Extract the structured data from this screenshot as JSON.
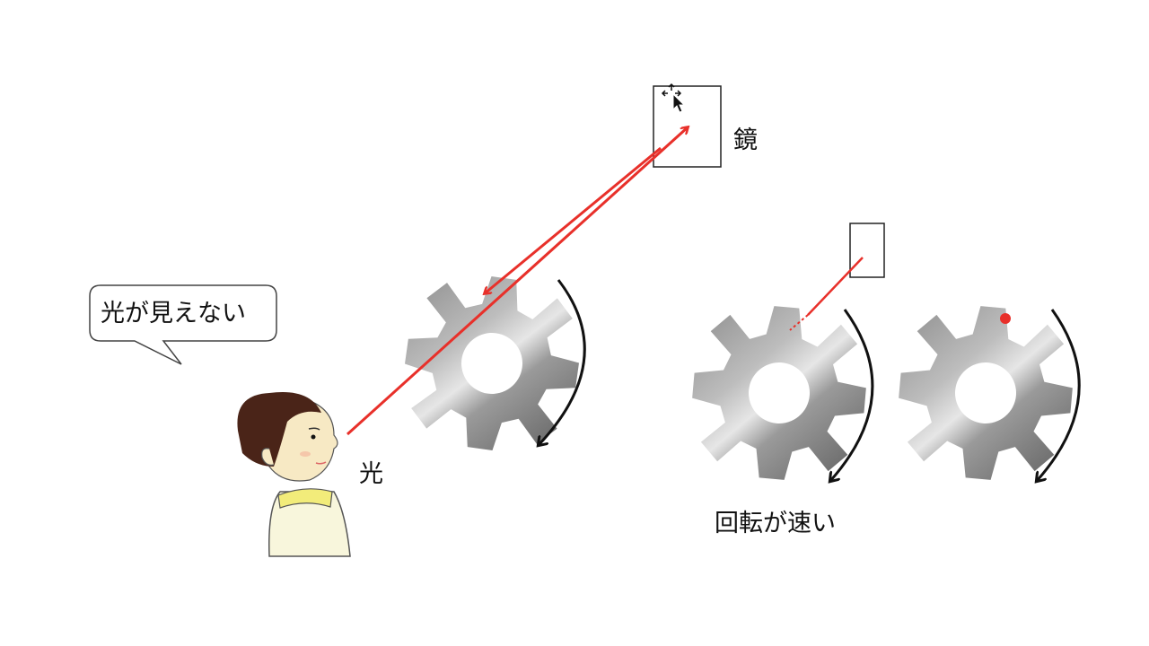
{
  "slide": {
    "background": "#ffffff"
  },
  "labels": {
    "mirror": "鏡",
    "light": "光",
    "speech_bubble": "光が見えない",
    "fast_rotation": "回転が速い"
  },
  "colors": {
    "light_ray": "#e8302a",
    "arrow": "#111111",
    "gear_dark": "#6e6e6e",
    "gear_light": "#d8d8d8",
    "hair": "#4a2418",
    "skin": "#f7e9c4",
    "collar": "#f2ec7a",
    "shirt": "#f8f6dc"
  },
  "icons": {
    "cursor": "move-cursor-icon"
  }
}
